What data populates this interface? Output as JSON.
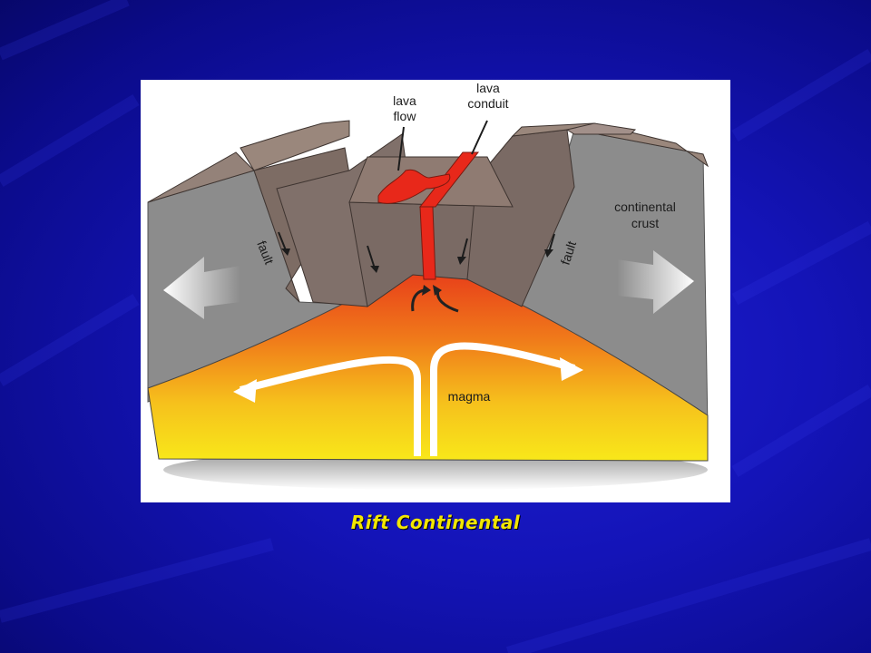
{
  "slide": {
    "caption": "Rift Continental"
  },
  "diagram": {
    "labels": {
      "lava_flow_1": "lava",
      "lava_flow_2": "flow",
      "lava_conduit_1": "lava",
      "lava_conduit_2": "conduit",
      "continental_1": "continental",
      "continental_2": "crust",
      "fault_left": "fault",
      "fault_right": "fault",
      "magma": "magma"
    },
    "colors": {
      "background": "#1414b8",
      "caption": "#f2e600",
      "crust": "#8a8a8a",
      "rock_brown": "#7a6a62",
      "lava": "#e8281a",
      "magma_top": "#e8401a",
      "magma_bottom": "#f7e21a"
    }
  }
}
